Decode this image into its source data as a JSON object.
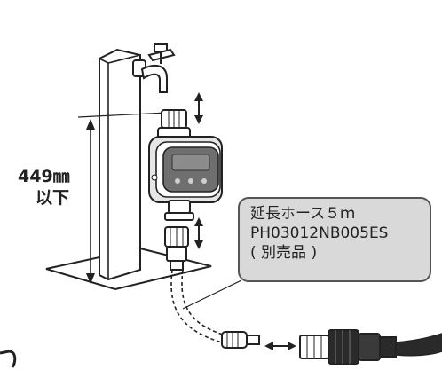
{
  "dimension": {
    "value": "449㎜",
    "note": "以下"
  },
  "callout": {
    "line1": "延長ホース５ｍ",
    "line2": "PH03012NB005ES",
    "line3": "( 別売品 )"
  },
  "colors": {
    "line": "#222222",
    "timer_body": "#e6e6e6",
    "timer_face": "#6f6f6f",
    "callout_bg": "#d9d9d9",
    "hose_dark": "#2a2a2a"
  }
}
